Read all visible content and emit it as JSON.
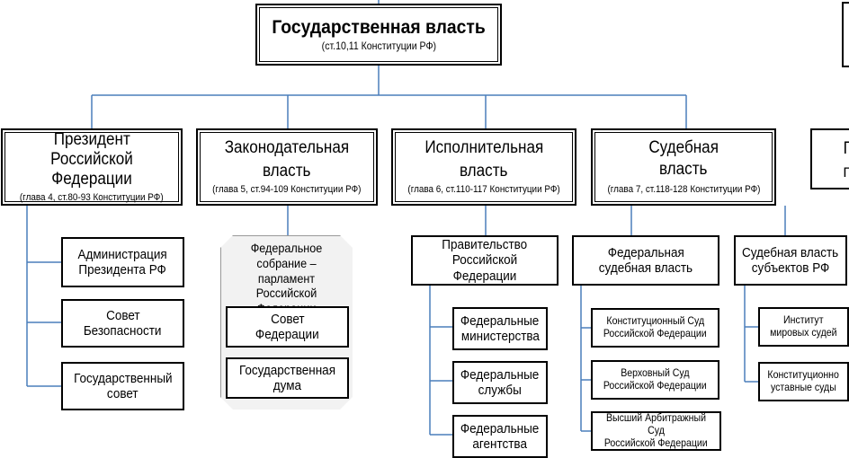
{
  "colors": {
    "connector": "#4a7ebb",
    "border": "#000000",
    "parliament_fill": "#f2f2f2"
  },
  "root": {
    "title": "Государственная власть",
    "subtitle": "(ст.10,11 Конституции РФ)"
  },
  "branches": {
    "president": {
      "line1": "Президент",
      "line2": "Российской Федерации",
      "ref": "(глава 4, ст.80-93 Конституции РФ)"
    },
    "legislative": {
      "line1": "Законодательная",
      "line2": "власть",
      "ref": "(глава 5, ст.94-109 Конституции РФ)"
    },
    "executive": {
      "line1": "Исполнительная",
      "line2": "власть",
      "ref": "(глава 6, ст.110-117 Конституции РФ)"
    },
    "judicial": {
      "line1": "Судебная",
      "line2": "власть",
      "ref": "(глава 7, ст.118-128 Конституции РФ)"
    },
    "partial_right": {
      "line1": "П",
      "line2": "п"
    }
  },
  "president_children": [
    {
      "line1": "Администрация",
      "line2": "Президента РФ"
    },
    {
      "line1": "Совет",
      "line2": "Безопасности"
    },
    {
      "line1": "Государственный",
      "line2": "совет"
    }
  ],
  "parliament": {
    "title_line1": "Федеральное",
    "title_line2": "собрание – парламент",
    "title_line3": "Российской Федерации",
    "chambers": [
      {
        "line1": "Совет",
        "line2": "Федерации"
      },
      {
        "line1": "Государственная",
        "line2": "дума"
      }
    ]
  },
  "government": {
    "line1": "Правительство",
    "line2": "Российской Федерации",
    "children": [
      {
        "line1": "Федеральные",
        "line2": "министерства"
      },
      {
        "line1": "Федеральные",
        "line2": "службы"
      },
      {
        "line1": "Федеральные",
        "line2": "агентства"
      }
    ]
  },
  "federal_courts": {
    "line1": "Федеральная",
    "line2": "судебная власть",
    "children": [
      {
        "line1": "Конституционный Суд",
        "line2": "Российской Федерации"
      },
      {
        "line1": "Верховный Суд",
        "line2": "Российской Федерации"
      },
      {
        "line1": "Высший Арбитражный Суд",
        "line2": "Российской Федерации"
      }
    ]
  },
  "subject_courts": {
    "line1": "Судебная власть",
    "line2": "субъектов РФ",
    "children": [
      {
        "line1": "Институт",
        "line2": "мировых судей"
      },
      {
        "line1": "Конституционно",
        "line2": "уставные суды"
      }
    ]
  }
}
